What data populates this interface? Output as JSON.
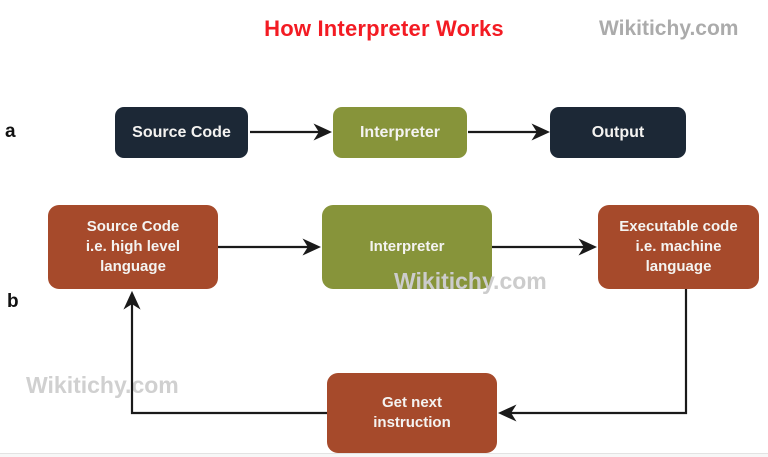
{
  "page": {
    "title": "How Interpreter Works"
  },
  "watermarks": {
    "top_right": "Wikitichy.com",
    "middle": "Wikitichy.com",
    "bottom_left": "Wikitichy.com"
  },
  "colors": {
    "title_red": "#f31b23",
    "navy_box": "#1c2836",
    "olive_box": "#87943a",
    "brown_box": "#a64a2b",
    "box_text": "#f4f3f1",
    "arrow": "#1a1a1a",
    "watermark_gray": "#ababab"
  },
  "diagram_a": {
    "label": "a",
    "boxes": [
      {
        "id": "source-code",
        "text": "Source Code",
        "color": "#1c2836"
      },
      {
        "id": "interpreter",
        "text": "Interpreter",
        "color": "#87943a"
      },
      {
        "id": "output",
        "text": "Output",
        "color": "#1c2836"
      }
    ],
    "flow": "Source Code -> Interpreter -> Output"
  },
  "diagram_b": {
    "label": "b",
    "boxes": [
      {
        "id": "source-code-high-level",
        "text": "Source Code\ni.e. high level\nlanguage",
        "color": "#a64a2b"
      },
      {
        "id": "interpreter",
        "text": "Interpreter",
        "color": "#87943a"
      },
      {
        "id": "executable-code",
        "text": "Executable code\ni.e. machine\nlanguage",
        "color": "#a64a2b"
      },
      {
        "id": "get-next-instruction",
        "text": "Get next\ninstruction",
        "color": "#a64a2b"
      }
    ],
    "flow": "Source Code -> Interpreter -> Executable code -> Get next instruction -> Source Code (loop)"
  }
}
